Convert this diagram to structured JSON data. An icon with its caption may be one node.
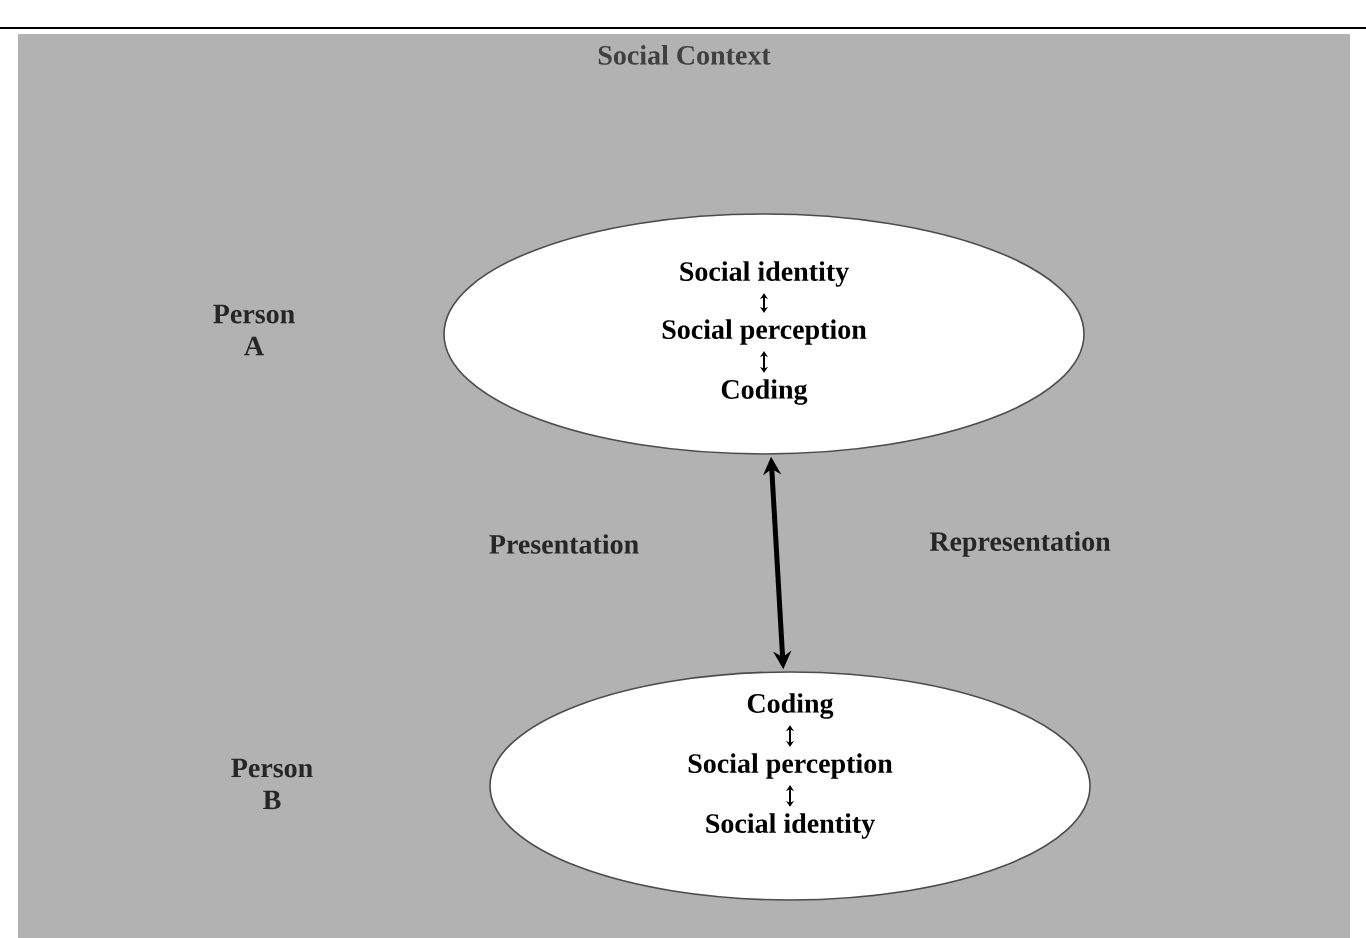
{
  "diagram": {
    "nodes": [
      {
        "text": [
          "Social Context"
        ]
      },
      {
        "text": [],
        "shape": "ellipse",
        "in": 0
      },
      {
        "text": [
          "Social identity"
        ],
        "in": 1
      },
      {
        "text": [
          "Social perception"
        ],
        "in": 1
      },
      {
        "text": [
          "Coding"
        ],
        "in": 1
      },
      {
        "text": [],
        "shape": "ellipse",
        "in": 0
      },
      {
        "text": [
          "Coding"
        ],
        "in": 5
      },
      {
        "text": [
          "Social perception"
        ],
        "in": 5
      },
      {
        "text": [
          "Social identity"
        ],
        "in": 5
      }
    ],
    "edges": [
      {
        "from": 2,
        "to": 3,
        "arrow": "both"
      },
      {
        "from": 3,
        "to": 4,
        "arrow": "both"
      },
      {
        "from": 1,
        "to": 5,
        "arrow": "both",
        "style": "thick"
      },
      {
        "from": 6,
        "to": 7,
        "arrow": "both"
      },
      {
        "from": 7,
        "to": 8,
        "arrow": "both"
      }
    ],
    "labels": [
      "Person A",
      "Presentation",
      "Representation",
      "Person B"
    ]
  }
}
